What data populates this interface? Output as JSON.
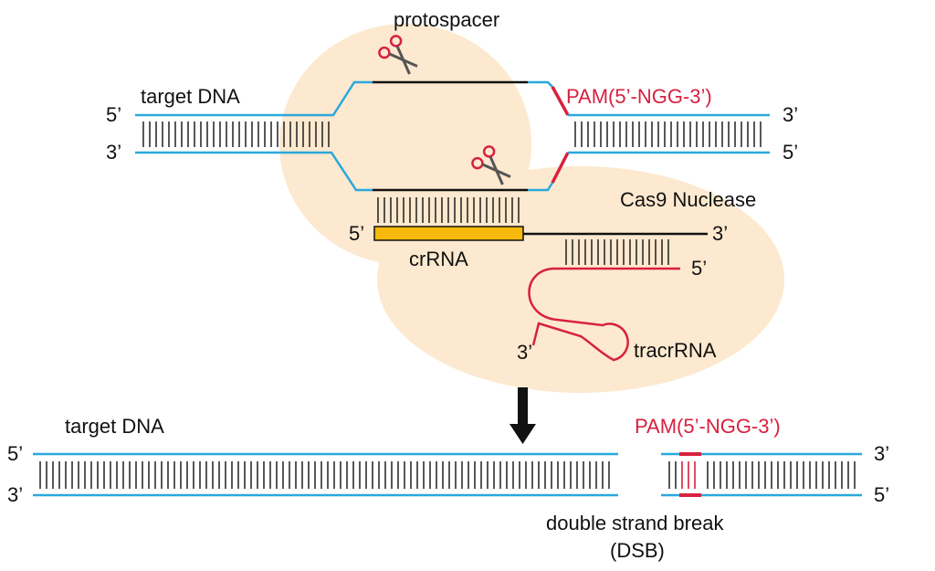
{
  "labels": {
    "protospacer": "protospacer",
    "target_dna_top": "target DNA",
    "target_dna_bottom": "target DNA",
    "pam_top": "PAM(5’-NGG-3’)",
    "pam_bottom": "PAM(5’-NGG-3’)",
    "cas9": "Cas9 Nuclease",
    "crrna": "crRNA",
    "tracrrna": "tracrRNA",
    "dsb_line1": "double strand break",
    "dsb_line2": "(DSB)"
  },
  "ends": {
    "top_left_upper": "5’",
    "top_left_lower": "3’",
    "top_right_upper": "3’",
    "top_right_lower": "5’",
    "crrna_5": "5’",
    "crrna_3": "3’",
    "tracr_5": "5’",
    "tracr_3": "3’",
    "bottom_left_upper": "5’",
    "bottom_left_lower": "3’",
    "bottom_right_upper": "3’",
    "bottom_right_lower": "5’"
  },
  "colors": {
    "dna_strand": "#2aa8dc",
    "pam": "#d8213f",
    "cas9_fill": "#fde9cf",
    "crrna_fill": "#f6b90c",
    "tracrrna": "#d8213f",
    "scissors": "#d8213f"
  },
  "icons": {
    "cut_site_1": "scissors-icon",
    "cut_site_2": "scissors-icon",
    "arrow": "down-arrow-icon"
  }
}
